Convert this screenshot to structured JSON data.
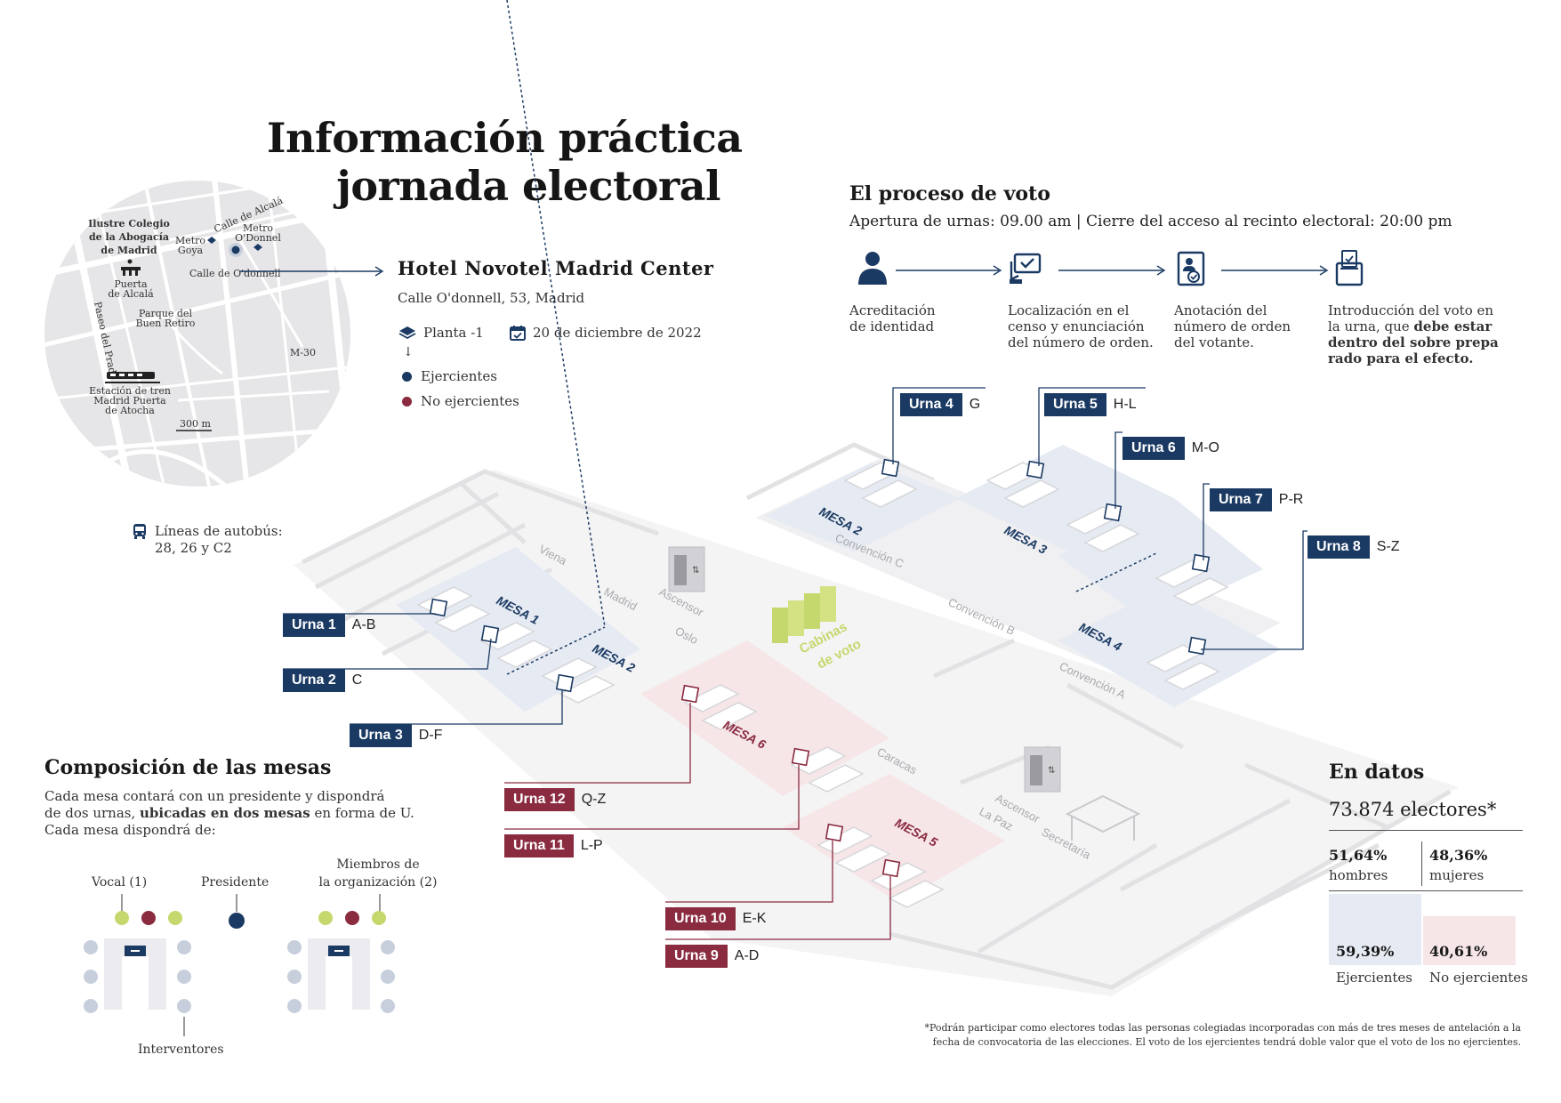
{
  "title": {
    "line1": "Información práctica",
    "line2": "jornada electoral"
  },
  "map": {
    "college_label": [
      "Ilustre Colegio",
      "de la Abogacía",
      "de Madrid"
    ],
    "streets": {
      "calle_alcala": "Calle de Alcalá",
      "calle_odonnell": "Calle de O'donnell",
      "paseo_prado": "Paseo del Prado",
      "m30": "M-30"
    },
    "metro_goya": [
      "Metro",
      "Goya"
    ],
    "metro_odonnell": [
      "Metro",
      "O'Donnel"
    ],
    "puerta_alcala": [
      "Puerta",
      "de Alcalá"
    ],
    "parque": [
      "Parque del",
      "Buen Retiro"
    ],
    "estacion": [
      "Estación de tren",
      "Madrid Puerta",
      "de Atocha"
    ],
    "scale": "300 m"
  },
  "bus": {
    "line1": "Líneas de autobús:",
    "line2": "28, 26 y C2"
  },
  "hotel": {
    "name": "Hotel Novotel Madrid Center",
    "address": "Calle O'donnell, 53, Madrid",
    "floor": "Planta -1",
    "date": "20 de diciembre de 2022",
    "legend": [
      {
        "label": "Ejercientes",
        "color": "#1b3a63"
      },
      {
        "label": "No ejercientes",
        "color": "#8a2b40"
      }
    ]
  },
  "process": {
    "title": "El proceso de voto",
    "subtitle": "Apertura de urnas: 09.00 am | Cierre del acceso al recinto electoral: 20:00 pm",
    "steps": [
      {
        "icon": "person-icon",
        "lines": [
          "Acreditación",
          "de identidad"
        ]
      },
      {
        "icon": "census-check-icon",
        "lines": [
          "Localización en el",
          "censo y enunciación",
          "del número de orden."
        ]
      },
      {
        "icon": "voter-card-icon",
        "lines": [
          "Anotación del",
          "número de orden",
          "del votante."
        ]
      },
      {
        "icon": "ballot-box-icon",
        "lines": [
          "Introducción del voto en",
          "la urna, que",
          "debe estar",
          "dentro del sobre prepa",
          "rado para el efecto."
        ]
      }
    ]
  },
  "plan": {
    "mesas": [
      "MESA 1",
      "MESA 2",
      "MESA 2",
      "MESA 3",
      "MESA 4",
      "MESA 5",
      "MESA 6"
    ],
    "rooms": [
      "Viena",
      "Madrid",
      "Oslo",
      "Ascensor",
      "Convención C",
      "Convención B",
      "Convención A",
      "Caracas",
      "Ascensor",
      "La Paz",
      "Secretaría"
    ],
    "cabinas": [
      "Cabinas",
      "de voto"
    ]
  },
  "urnas": [
    {
      "tag": "Urna 1",
      "range": "A-B",
      "type": "blue"
    },
    {
      "tag": "Urna 2",
      "range": "C",
      "type": "blue"
    },
    {
      "tag": "Urna 3",
      "range": "D-F",
      "type": "blue"
    },
    {
      "tag": "Urna 4",
      "range": "G",
      "type": "blue"
    },
    {
      "tag": "Urna 5",
      "range": "H-L",
      "type": "blue"
    },
    {
      "tag": "Urna 6",
      "range": "M-O",
      "type": "blue"
    },
    {
      "tag": "Urna 7",
      "range": "P-R",
      "type": "blue"
    },
    {
      "tag": "Urna 8",
      "range": "S-Z",
      "type": "blue"
    },
    {
      "tag": "Urna 9",
      "range": "A-D",
      "type": "red"
    },
    {
      "tag": "Urna 10",
      "range": "E-K",
      "type": "red"
    },
    {
      "tag": "Urna 11",
      "range": "L-P",
      "type": "red"
    },
    {
      "tag": "Urna 12",
      "range": "Q-Z",
      "type": "red"
    }
  ],
  "composition": {
    "title": "Composición de las mesas",
    "text1": "Cada mesa contará con un presidente y dispondrá",
    "text2a": "de dos urnas,",
    "text2b": "ubicadas en dos mesas",
    "text2c": "en forma de U.",
    "text3": "Cada mesa dispondrá de:",
    "vocal": "Vocal (1)",
    "presidente": "Presidente",
    "miembros": [
      "Miembros de",
      "la organización (2)"
    ],
    "interventores": "Interventores"
  },
  "en_datos": {
    "title": "En datos",
    "electores": "73.874 electores*",
    "hombres_pct": "51,64%",
    "hombres": "hombres",
    "mujeres_pct": "48,36%",
    "mujeres": "mujeres",
    "ejercientes_pct": "59,39%",
    "ejercientes": "Ejercientes",
    "ejercientes_value": 59.39,
    "no_ejercientes_pct": "40,61%",
    "no_ejercientes": "No ejercientes",
    "no_ejercientes_value": 40.61
  },
  "footnote": {
    "line1": "*Podrán participar como electores todas las personas colegiadas incorporadas con más de tres meses de antelación a la",
    "line2": "fecha de convocatoria de las elecciones. El voto de los ejercientes tendrá doble valor que el voto de los no ejercientes."
  },
  "colors": {
    "blue": "#1b3a63",
    "red": "#8a2b40",
    "lime": "#c5d86d",
    "blue_zone": "#e6eaf2",
    "red_zone": "#f6e6e8"
  }
}
